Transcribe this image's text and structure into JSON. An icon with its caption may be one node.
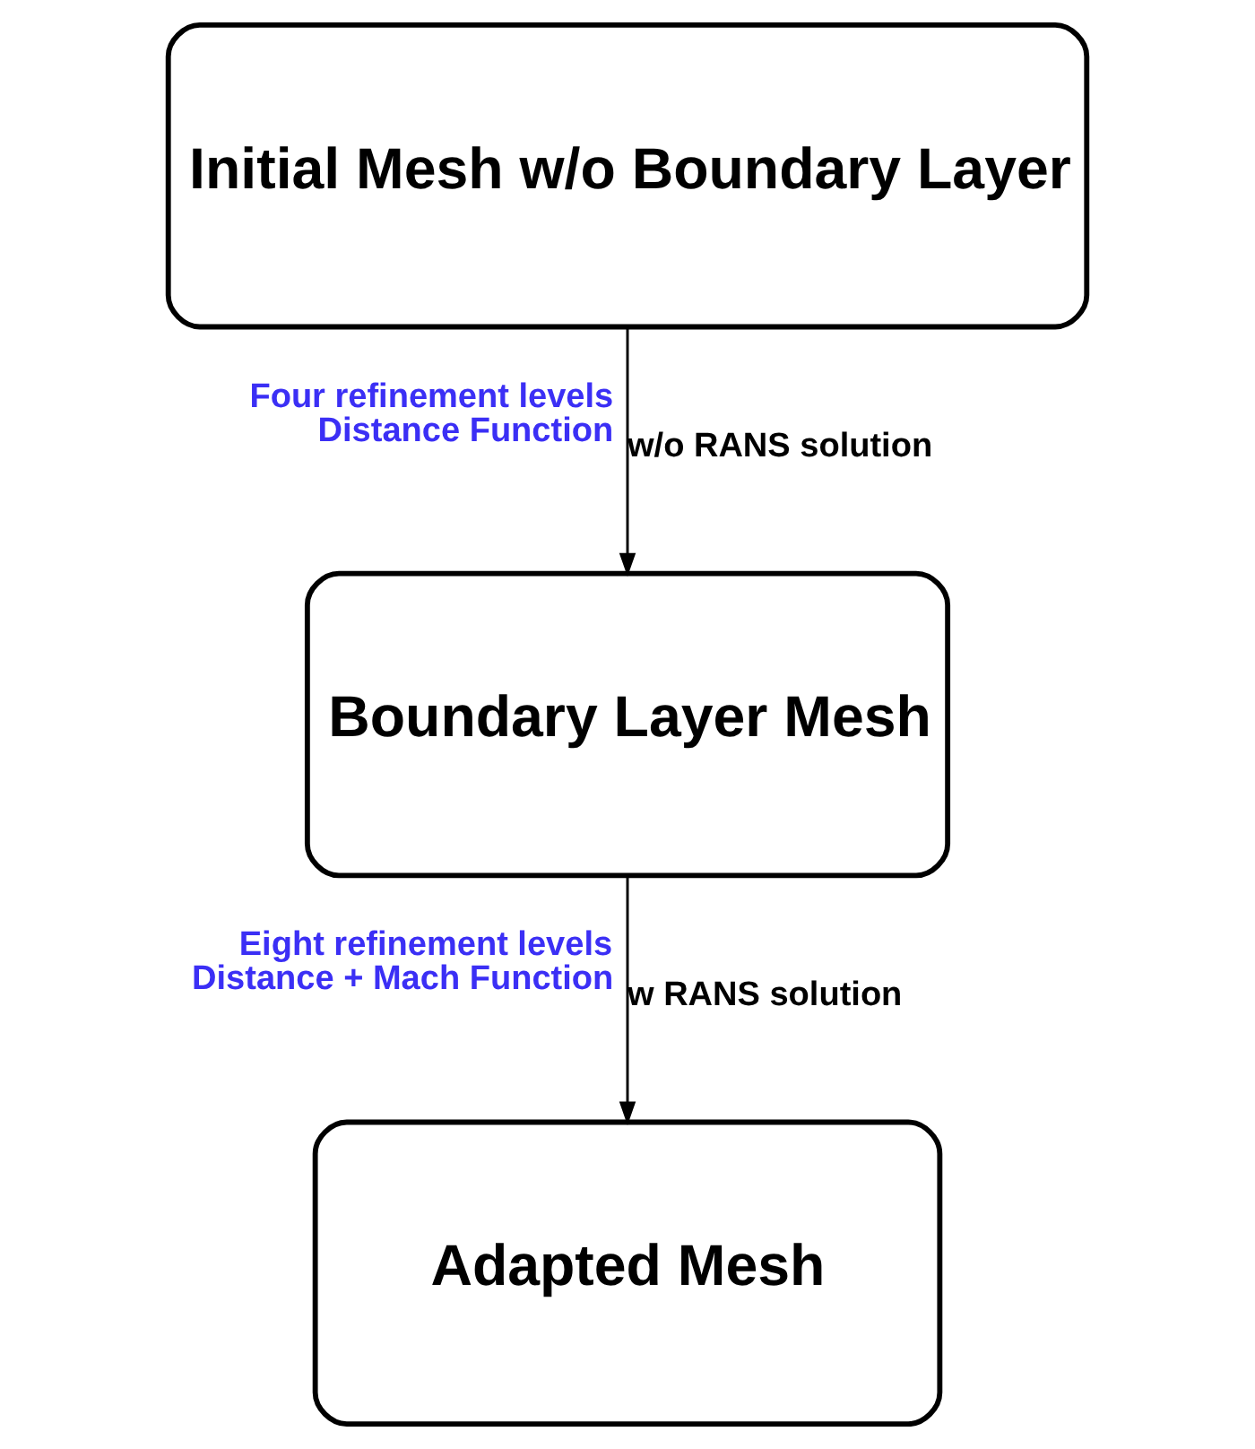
{
  "diagram": {
    "nodes": [
      {
        "text": [
          "Initial Mesh w/o Boundary Layer"
        ]
      },
      {
        "text": [
          "Boundary Layer Mesh"
        ]
      },
      {
        "text": [
          "Adapted Mesh"
        ]
      }
    ],
    "edges": [
      {
        "from": 0,
        "to": 1,
        "arrow": "to",
        "label": "w/o RANS solution"
      },
      {
        "from": 1,
        "to": 2,
        "arrow": "to",
        "label": "w RANS solution"
      }
    ],
    "labels": [
      "Four refinement levels",
      "Distance Function",
      "Eight refinement levels",
      "Distance + Mach Function"
    ]
  }
}
